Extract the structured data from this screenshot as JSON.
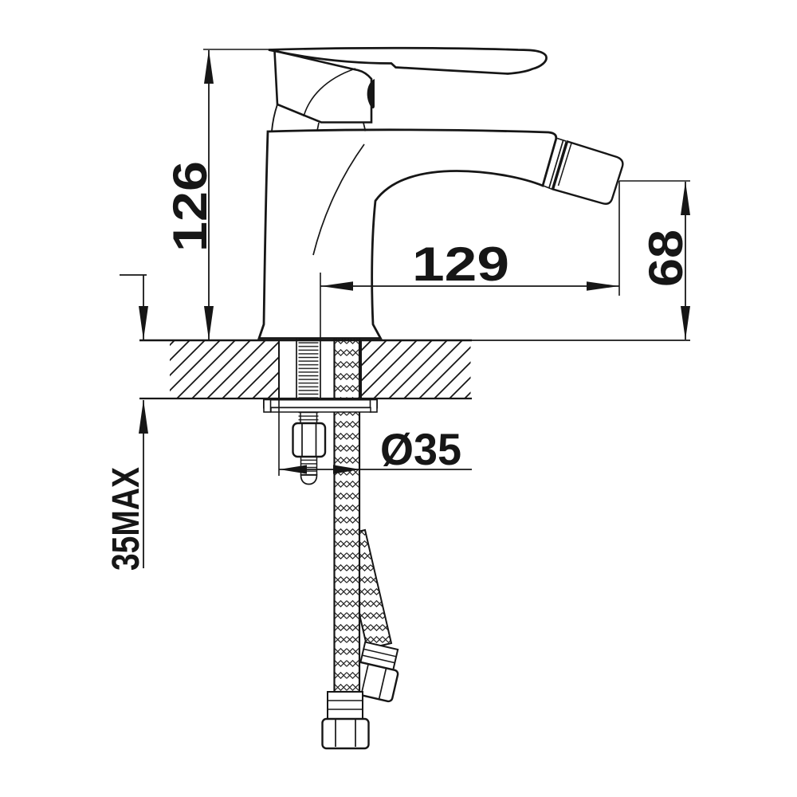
{
  "drawing": {
    "background": "#ffffff",
    "ink": "#161616",
    "dimensions": {
      "overall_height": {
        "value": "126",
        "orientation": "vertical-left"
      },
      "spout_reach": {
        "value": "129",
        "orientation": "horizontal-middle"
      },
      "outlet_height": {
        "value": "68",
        "orientation": "vertical-right"
      },
      "mounting_hole_diameter": {
        "value": "Ø35",
        "orientation": "horizontal-below-deck"
      },
      "max_mounting_thickness": {
        "value": "35MAX",
        "orientation": "vertical-lower-left"
      }
    }
  }
}
